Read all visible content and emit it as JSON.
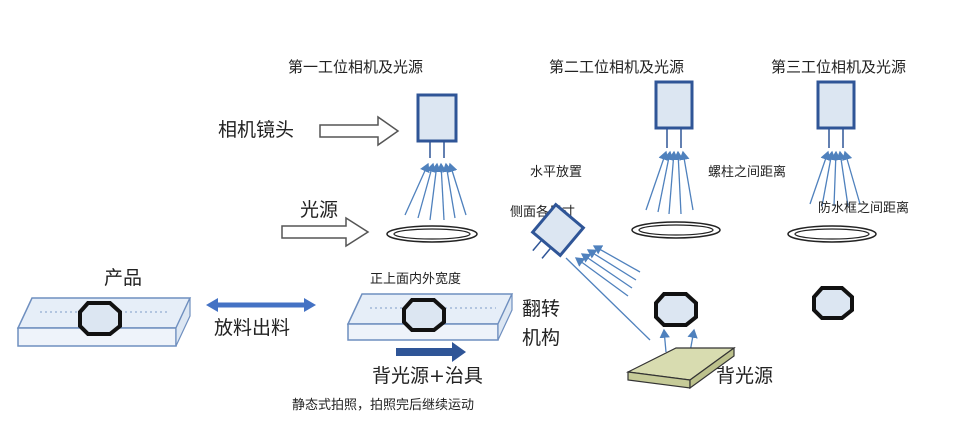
{
  "stations": {
    "station1_label": "第一工位相机及光源",
    "station2_label": "第二工位相机及光源",
    "station3_label": "第三工位相机及光源"
  },
  "labels": {
    "camera_lens": "相机镜头",
    "light_source": "光源",
    "product": "产品",
    "load_unload": "放料出料",
    "top_inner_outer_width": "正上面内外宽度",
    "flip_mechanism_1": "翻转",
    "flip_mechanism_2": "机构",
    "backlight_fixture": "背光源+治具",
    "static_capture_note": "静态式拍照，拍照完后继续运动",
    "horizontal_place": "水平放置",
    "side_dimensions": "侧面各尺寸",
    "stud_distance": "螺柱之间距离",
    "waterproof_frame_distance": "防水框之间距离",
    "backlight": "背光源"
  },
  "colors": {
    "camera_fill": "#dce6f2",
    "camera_border": "#2f5597",
    "ray": "#4f81bd",
    "board_fill": "#e6eef8",
    "board_border": "#6f8fbf",
    "backlight_fill": "#d8dcb0",
    "arrow_blue": "#4472c4"
  }
}
